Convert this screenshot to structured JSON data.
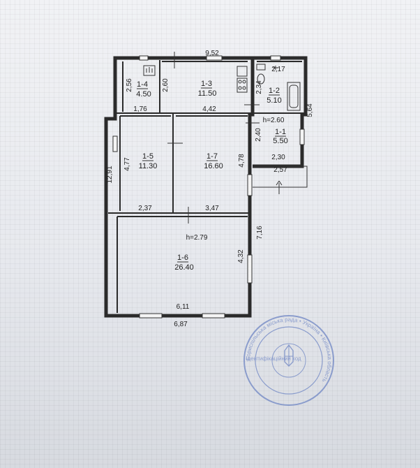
{
  "rooms": [
    {
      "id": "1-1",
      "area": "5.50"
    },
    {
      "id": "1-2",
      "area": "5.10"
    },
    {
      "id": "1-3",
      "area": "11.50"
    },
    {
      "id": "1-4",
      "area": "4.50"
    },
    {
      "id": "1-5",
      "area": "11.30"
    },
    {
      "id": "1-6",
      "area": "26.40"
    },
    {
      "id": "1-7",
      "area": "16.60"
    }
  ],
  "dimensions": {
    "top_width": "9,52",
    "bath_width": "2,17",
    "room_1_4_height": "2,56",
    "room_1_3_height": "2,60",
    "room_1_2_height": "2,34",
    "annex_side": "5,64",
    "room_1_4_width": "1,76",
    "room_1_3_width": "4,42",
    "annex_ceiling": "h=2.60",
    "room_1_1_height": "2,40",
    "room_1_1_inner_width": "2,30",
    "room_1_1_outer_width": "2,57",
    "left_total": "12,91",
    "room_1_5_height": "4,77",
    "room_1_7_height": "4,78",
    "room_1_5_width": "2,37",
    "room_1_7_width": "3,47",
    "main_ceiling": "h=2.79",
    "right_lower": "7,16",
    "room_1_6_height": "4,32",
    "room_1_6_width": "6,11",
    "bottom_total": "6,87"
  },
  "stamp": {
    "text": "Бориспільська міська рада • Україна • Київська область",
    "center": "Ідентифікаційний код"
  }
}
